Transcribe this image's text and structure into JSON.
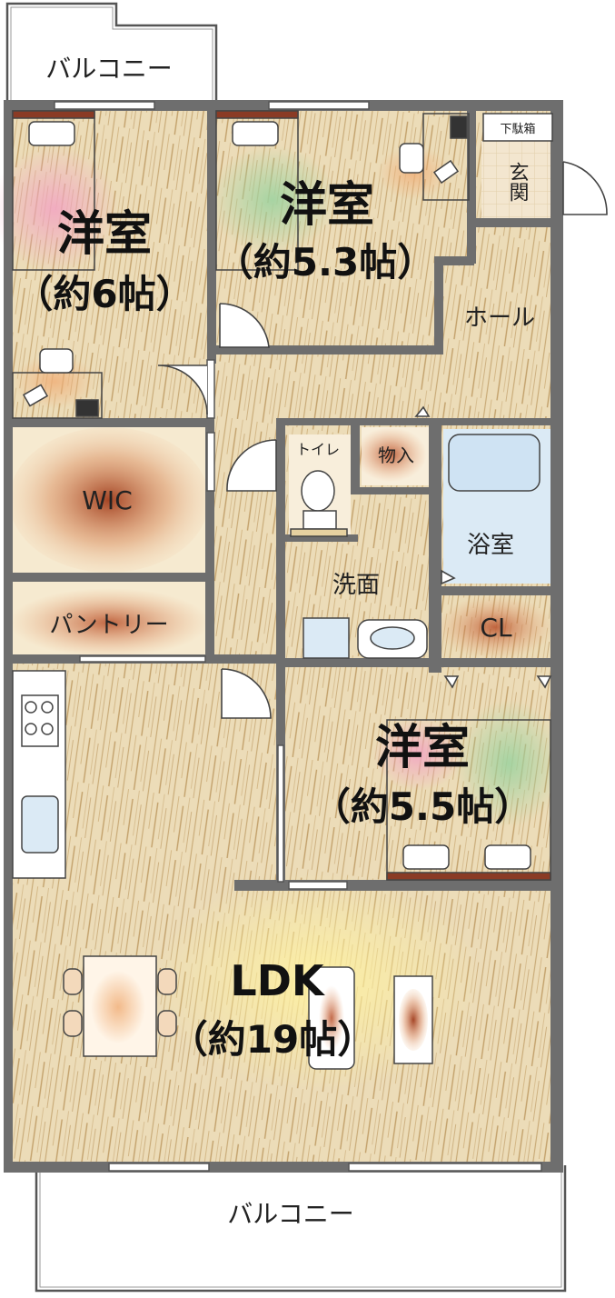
{
  "balcony_top": "バルコニー",
  "balcony_bottom": "バルコニー",
  "rooms": {
    "room1": {
      "name": "洋室",
      "size": "（約6帖）"
    },
    "room2": {
      "name": "洋室",
      "size": "（約5.3帖）"
    },
    "room3": {
      "name": "洋室",
      "size": "（約5.5帖）"
    },
    "ldk": {
      "name": "LDK",
      "size": "（約19帖）"
    },
    "wic": "WIC",
    "pantry": "パントリー",
    "hall": "ホール",
    "toilet": "トイレ",
    "storage": "物入",
    "bath": "浴室",
    "washroom": "洗面",
    "closet": "CL",
    "entrance": "玄関",
    "shoe_box": "下駄箱"
  },
  "colors": {
    "wall": "#6e6e6e",
    "floor": "#ecdcb8",
    "grain": "#b99966",
    "tile": "#dbeaf5",
    "entrance_tile": "#f3e6cf",
    "glow_pink": "#f2a7c2",
    "glow_green": "#9fd3a0",
    "glow_orange": "#f0b07a",
    "glow_brown": "#b8502a"
  }
}
